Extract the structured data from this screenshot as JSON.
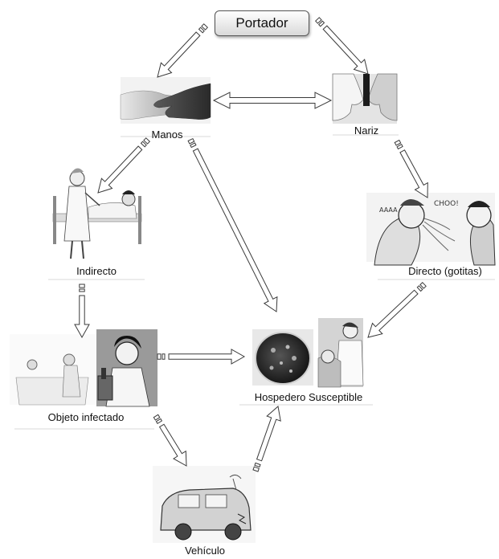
{
  "nodes": {
    "portador": "Portador",
    "manos": "Manos",
    "nariz": "Nariz",
    "indirecto": "Indirecto",
    "directo": "Directo (gotitas)",
    "objeto": "Objeto infectado",
    "hospedero": "Hospedero Susceptible",
    "vehiculo": "Vehículo"
  },
  "illustrations": {
    "manos": "hands-illustration",
    "nariz": "noses-illustration",
    "indirecto": "doctor-patient-bed-illustration",
    "directo": "sneezing-people-illustration",
    "objeto": "lab-technician-microscope-illustration",
    "hospedero": "petri-dish-and-patient-illustration",
    "vehiculo": "vehicle-illustration"
  },
  "colors": {
    "arrow_fill": "#ffffff",
    "arrow_stroke": "#3a3a3a",
    "text": "#111111"
  }
}
